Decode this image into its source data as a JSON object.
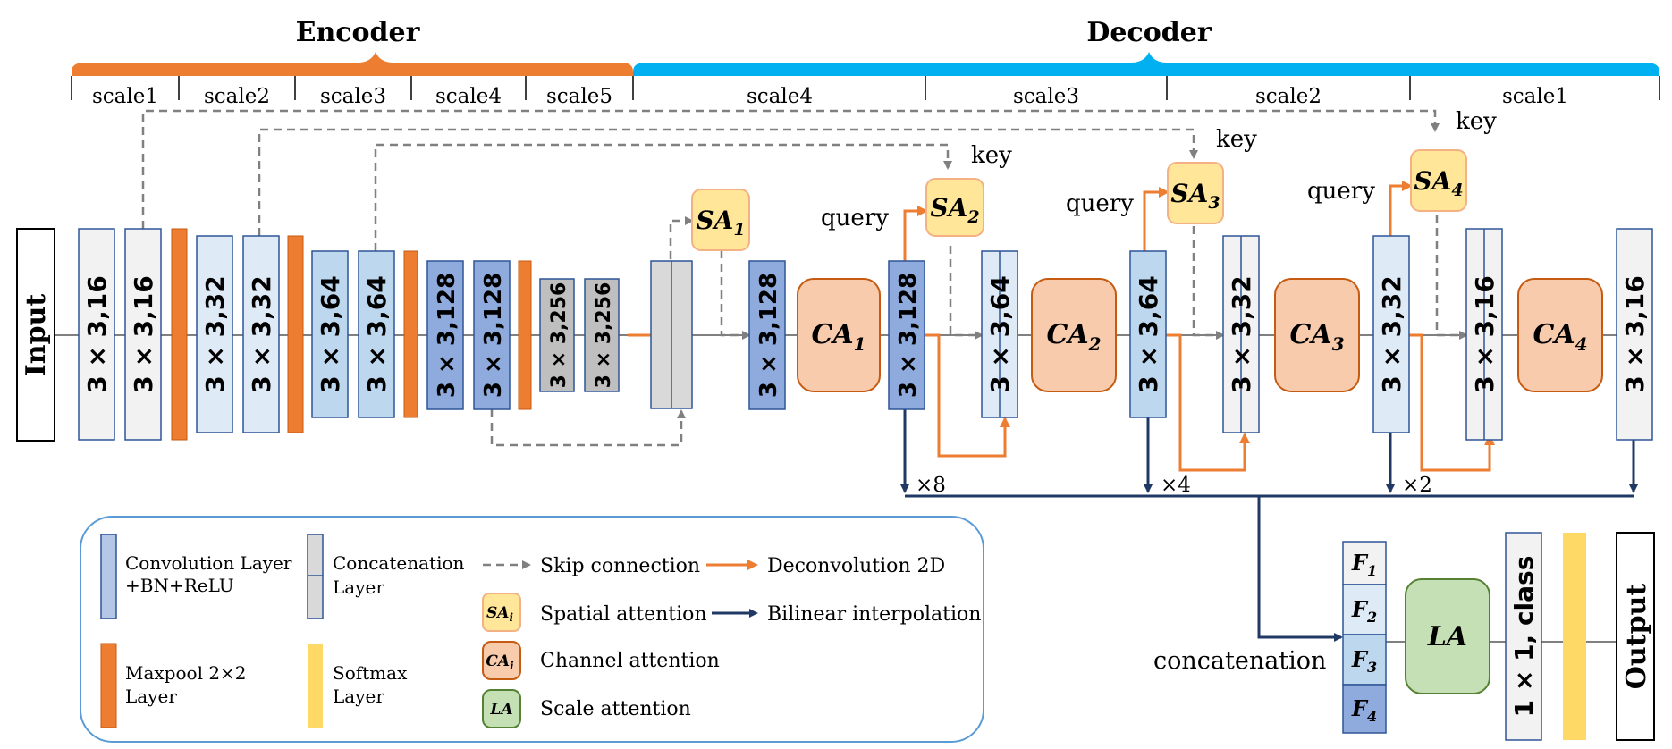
{
  "header": {
    "encoder": "Encoder",
    "decoder": "Decoder",
    "encoder_scales": [
      "scale1",
      "scale2",
      "scale3",
      "scale4",
      "scale5"
    ],
    "decoder_scales": [
      "scale4",
      "scale3",
      "scale2",
      "scale1"
    ]
  },
  "input_label": "Input",
  "output_label": "Output",
  "encoder_blocks": [
    "3 × 3,16",
    "3 × 3,16",
    "3 × 3,32",
    "3 × 3,32",
    "3 × 3,64",
    "3 × 3,64",
    "3 × 3,128",
    "3 × 3,128",
    "3 × 3,256",
    "3 × 3,256"
  ],
  "decoder_blocks": [
    "3 × 3,128",
    "3 × 3,128",
    "3 × 3,64",
    "3 × 3,64",
    "3 × 3,32",
    "3 × 3,32",
    "3 × 3,16",
    "3 × 3,16"
  ],
  "sa": [
    {
      "base": "SA",
      "sub": "1"
    },
    {
      "base": "SA",
      "sub": "2"
    },
    {
      "base": "SA",
      "sub": "3"
    },
    {
      "base": "SA",
      "sub": "4"
    }
  ],
  "ca": [
    {
      "base": "CA",
      "sub": "1"
    },
    {
      "base": "CA",
      "sub": "2"
    },
    {
      "base": "CA",
      "sub": "3"
    },
    {
      "base": "CA",
      "sub": "4"
    }
  ],
  "key_label": "key",
  "query_label": "query",
  "multipliers": [
    "×8",
    "×4",
    "×2"
  ],
  "fusion": {
    "concatenation_label": "concatenation",
    "features": [
      {
        "base": "F",
        "sub": "1"
      },
      {
        "base": "F",
        "sub": "2"
      },
      {
        "base": "F",
        "sub": "3"
      },
      {
        "base": "F",
        "sub": "4"
      }
    ],
    "la": "LA",
    "final_conv": "1 × 1, class"
  },
  "legend": {
    "conv_line1": "Convolution Layer",
    "conv_line2": "+BN+ReLU",
    "concat_line1": "Concatenation",
    "concat_line2": "Layer",
    "maxpool_line1": "Maxpool 2×2",
    "maxpool_line2": "Layer",
    "softmax_line1": "Softmax",
    "softmax_line2": "Layer",
    "skip": "Skip connection",
    "deconv": "Deconvolution 2D",
    "spatial": "Spatial attention",
    "bilinear": "Bilinear interpolation",
    "channel": "Channel attention",
    "scale": "Scale attention",
    "sa_icon": {
      "base": "SA",
      "sub": "i"
    },
    "ca_icon": {
      "base": "CA",
      "sub": "i"
    },
    "la_icon": "LA"
  },
  "colors": {
    "orange": "#ED7D31",
    "blue_bracket": "#00B0F0",
    "navy": "#203864",
    "gray_arrow": "#808080",
    "sa_fill": "#FFE699",
    "ca_fill": "#F8CBAD",
    "la_fill": "#C5E0B4",
    "softmax_fill": "#FFD966"
  }
}
